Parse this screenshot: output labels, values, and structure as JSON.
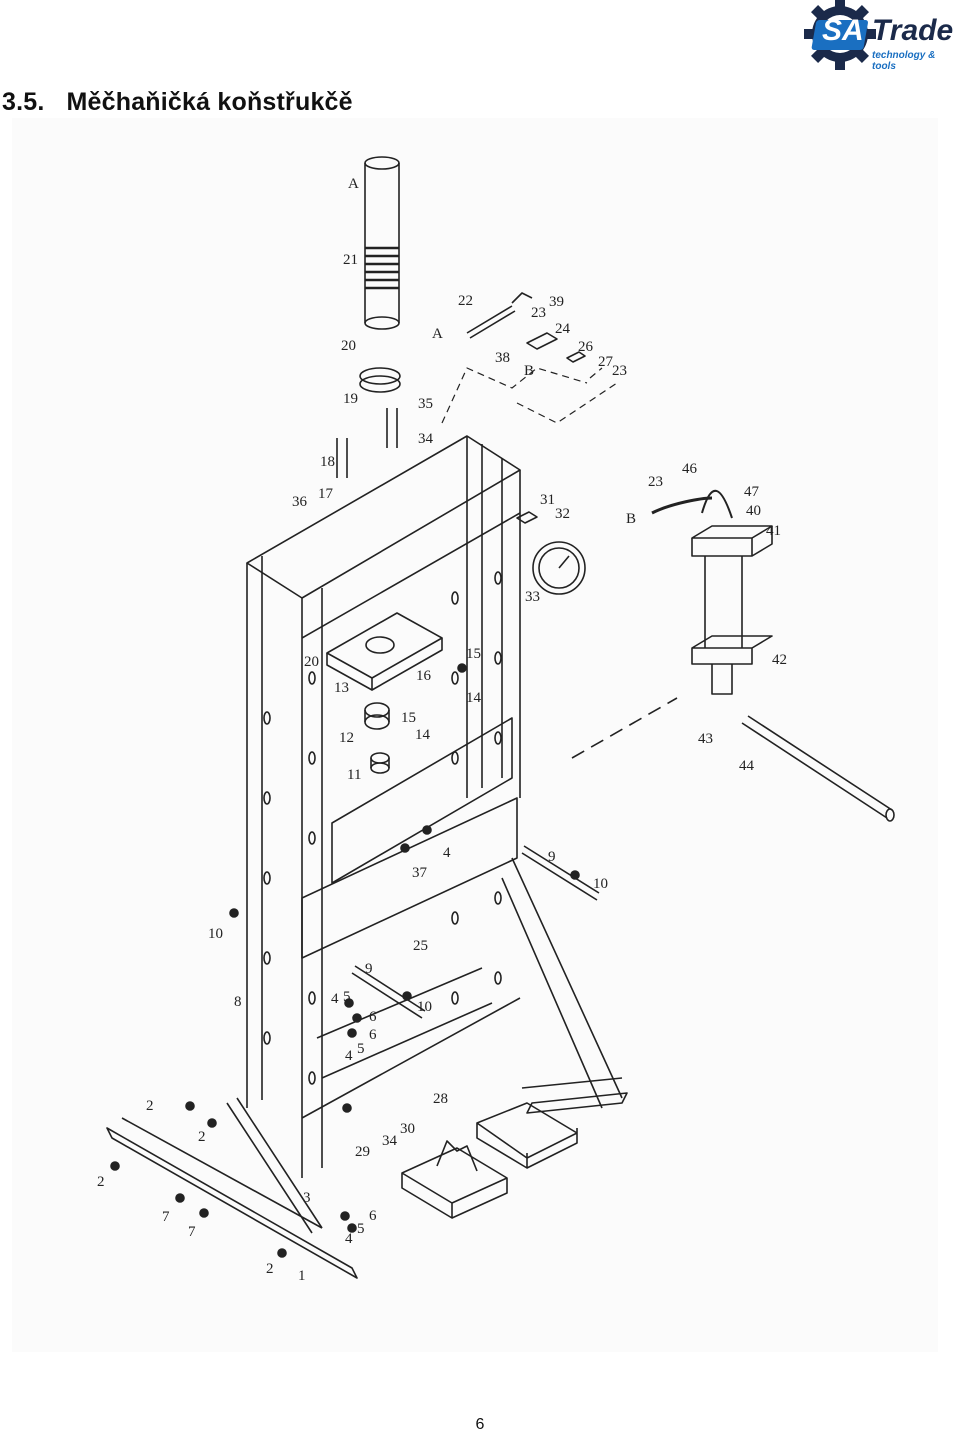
{
  "logo": {
    "brand_sa": "SA",
    "brand_trade": "Trade",
    "tagline": "technology & tools",
    "colors": {
      "blue": "#1a6fc1",
      "dark": "#1b2a4a"
    }
  },
  "heading": {
    "number": "3.5.",
    "title": "Měčhaňičká koňstřukčě"
  },
  "diagram": {
    "labels": [
      "A",
      "21",
      "20",
      "19",
      "22",
      "A",
      "23",
      "39",
      "24",
      "38",
      "B",
      "26",
      "27",
      "23",
      "35",
      "34",
      "18",
      "17",
      "36",
      "31",
      "32",
      "33",
      "23",
      "46",
      "47",
      "B",
      "40",
      "41",
      "20",
      "13",
      "16",
      "15",
      "14",
      "15",
      "14",
      "12",
      "11",
      "42",
      "43",
      "44",
      "4",
      "37",
      "9",
      "10",
      "10",
      "25",
      "8",
      "9",
      "4",
      "5",
      "6",
      "6",
      "10",
      "4",
      "5",
      "2",
      "2",
      "28",
      "30",
      "34",
      "29",
      "2",
      "3",
      "6",
      "7",
      "5",
      "7",
      "4",
      "2",
      "1"
    ]
  },
  "page": {
    "number": "6"
  }
}
